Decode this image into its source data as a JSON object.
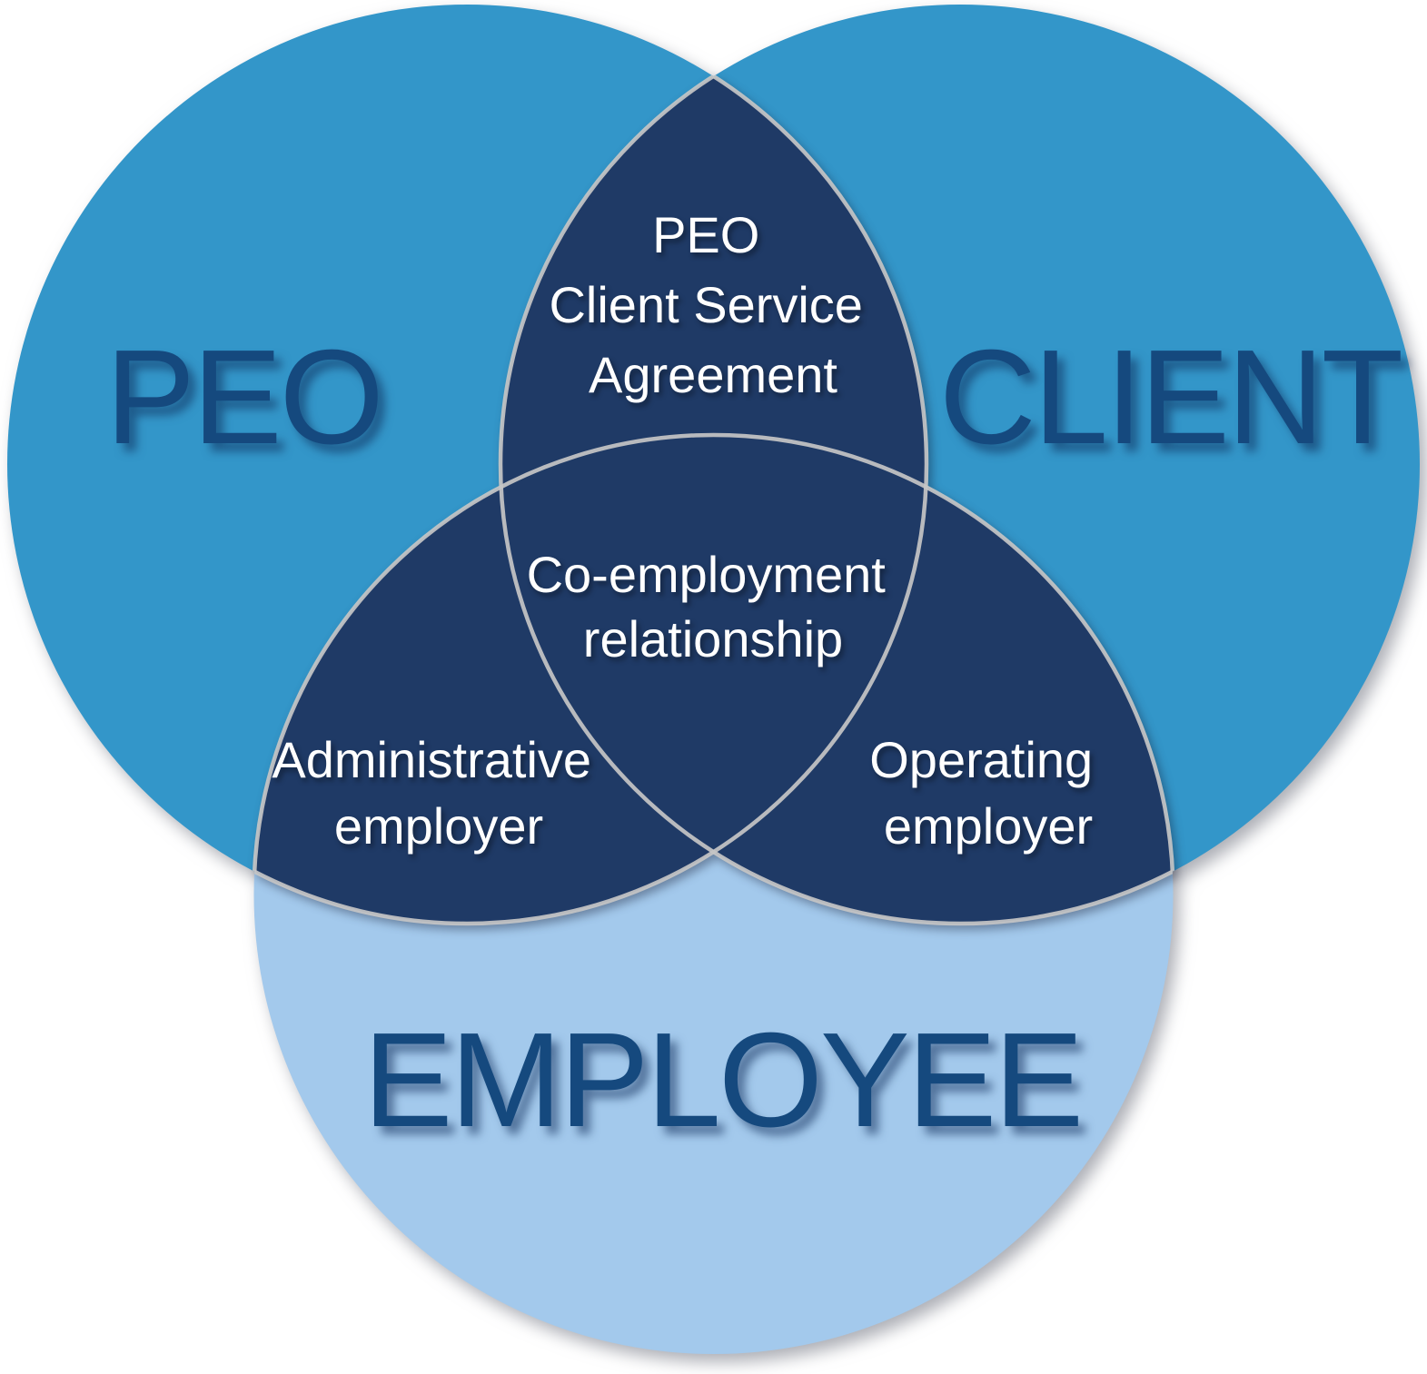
{
  "diagram": {
    "type": "venn-3",
    "background_color": "#FFFFFF",
    "sets": [
      {
        "label": "PEO",
        "fill": "#3396C9",
        "label_color": "#15497E"
      },
      {
        "label": "CLIENT",
        "fill": "#3396C9",
        "label_color": "#15497E"
      },
      {
        "label": "EMPLOYEE",
        "fill": "#A3C9EC",
        "label_color": "#15497E"
      }
    ],
    "overlap_fill": "#1F3A66",
    "overlap_outline": "#C6C6C6",
    "overlap_label_color": "#FFFFFF",
    "overlaps": [
      {
        "between": "PEO + CLIENT",
        "lines": [
          "PEO",
          "Client Service",
          "Agreement"
        ]
      },
      {
        "between": "PEO + CLIENT + EMPLOYEE",
        "lines": [
          "Co-employment",
          "relationship"
        ]
      },
      {
        "between": "PEO + EMPLOYEE",
        "lines": [
          "Administrative",
          "employer"
        ]
      },
      {
        "between": "CLIENT + EMPLOYEE",
        "lines": [
          "Operating",
          "employer"
        ]
      }
    ]
  }
}
